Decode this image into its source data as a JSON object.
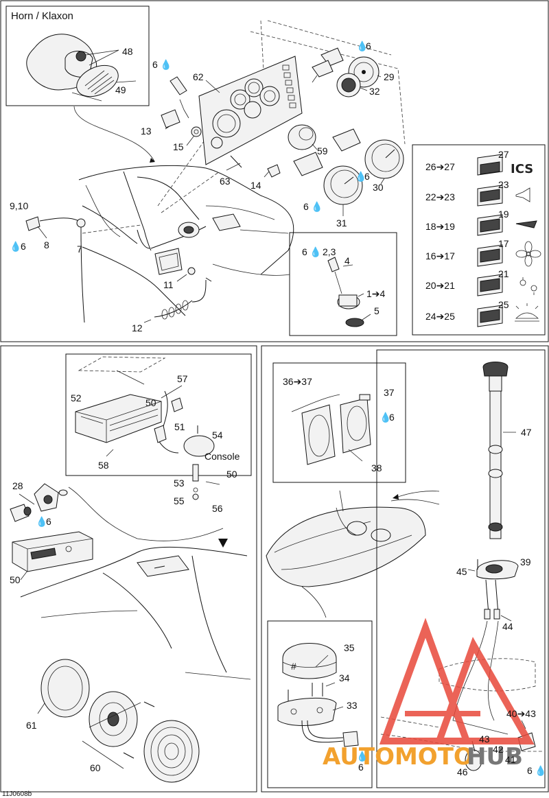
{
  "diagram_code": "11J0608b",
  "horn_box": {
    "title": "Horn  / Klaxon"
  },
  "console_label": "Console",
  "drop_symbol": "💧",
  "callouts": {
    "c48": "48",
    "c49": "49",
    "c6a": "6",
    "c62": "62",
    "c13": "13",
    "c15": "15",
    "c63": "63",
    "c14": "14",
    "c910": "9,10",
    "c8": "8",
    "c6b": "6",
    "c7": "7",
    "c11": "11",
    "c12": "12",
    "c6c": "6",
    "c29": "29",
    "c32": "32",
    "c59": "59",
    "c6d": "6",
    "c30": "30",
    "c6e": "6",
    "c31": "31",
    "c6f": "6",
    "c23i": "2,3",
    "c4": "4",
    "c14i": "1➔4",
    "c5": "5",
    "c26": "26➔27",
    "c27": "27",
    "c22": "22➔23",
    "c23": "23",
    "c18": "18➔19",
    "c19": "19",
    "c16": "16➔17",
    "c17": "17",
    "c20": "20➔21",
    "c21": "21",
    "c24": "24➔25",
    "c25": "25",
    "c57": "57",
    "c52": "52",
    "c50a": "50",
    "c51": "51",
    "c54": "54",
    "c58": "58",
    "c53": "53",
    "c50b": "50",
    "c55": "55",
    "c56": "56",
    "c28": "28",
    "c6g": "6",
    "c50c": "50",
    "c61": "61",
    "c60": "60",
    "c3637": "36➔37",
    "c37": "37",
    "c6h": "6",
    "c38": "38",
    "c35": "35",
    "c34": "34",
    "c33": "33",
    "c6i": "6",
    "c47": "47",
    "c45": "45",
    "c39": "39",
    "c44": "44",
    "c4043": "40➔43",
    "c43": "43",
    "c42": "42",
    "c41": "41",
    "c46": "46",
    "c6j": "6"
  },
  "icons": {
    "ics_text": "ICS"
  },
  "watermark": {
    "part1": "AUTOMOTO",
    "part2": "HUB",
    "color1": "#f2a12e",
    "color2": "#777777",
    "logo_color": "#e8483a"
  }
}
